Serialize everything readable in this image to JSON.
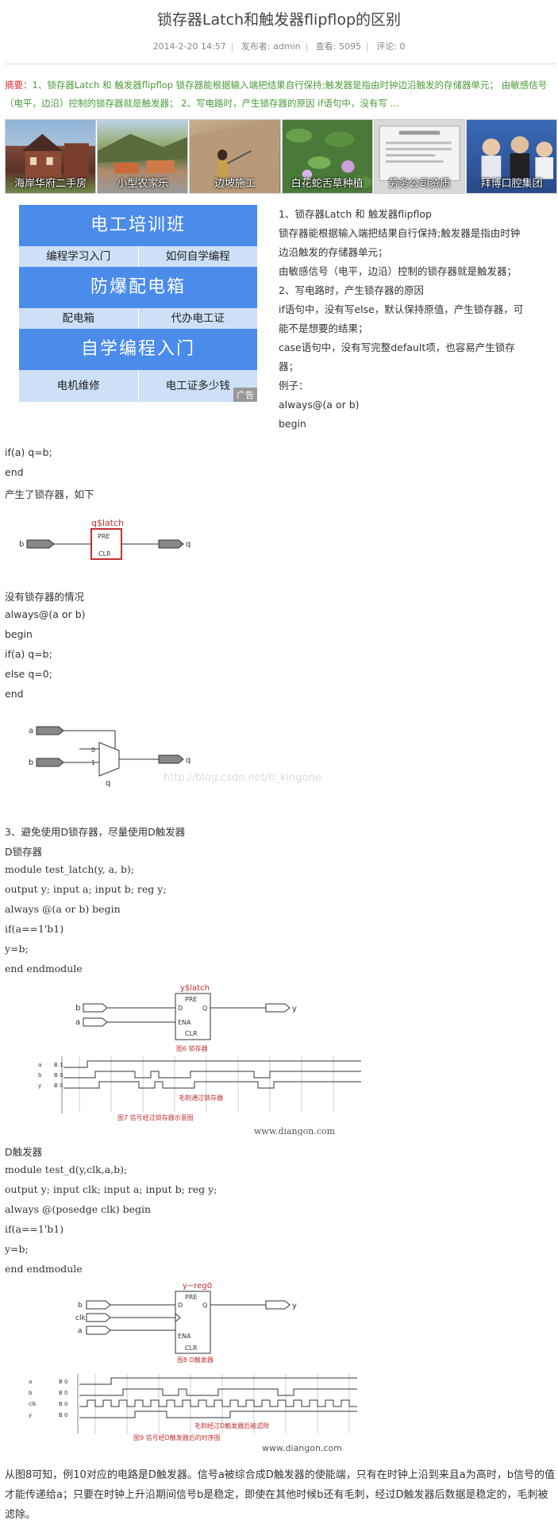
{
  "article": {
    "title": "锁存器Latch和触发器flipflop的区别",
    "date": "2014-2-20 14:57",
    "author": "发布者: admin",
    "views": "查看: 5095",
    "comments": "评论: 0",
    "summary_label": "摘要：",
    "summary_text": "1、锁存器Latch 和 触发器flipflop 锁存器能根据输入端把结果自行保持;触发器是指由时钟边沿触发的存储器单元； 由敏感信号（电平，边沿）控制的锁存器就是触发器； 2、写电路时，产生锁存器的原因 if语句中，没有写 ..."
  },
  "thumbs": [
    {
      "caption": "海岸华府二手房"
    },
    {
      "caption": "小型农家乐"
    },
    {
      "caption": "边坡施工"
    },
    {
      "caption": "白花蛇舌草种植"
    },
    {
      "caption": "劳务公司资质"
    },
    {
      "caption": "拜博口腔集团"
    }
  ],
  "ad": {
    "b1": "电工培训班",
    "r1a": "编程学习入门",
    "r1b": "如何自学编程",
    "b2": "防爆配电箱",
    "r2a": "配电箱",
    "r2b": "代办电工证",
    "b3": "自学编程入门",
    "r3a": "电机维修",
    "r3b": "电工证多少钱",
    "tag": "广告"
  },
  "right_text": [
    "1、锁存器Latch 和 触发器flipflop",
    "  锁存器能根据输入端把结果自行保持;触发器是指由时钟",
    "边沿触发的存储器单元；",
    " 由敏感信号（电平，边沿）控制的锁存器就是触发器；",
    "2、写电路时，产生锁存器的原因",
    "  if语句中，没有写else，默认保持原值，产生锁存器，可",
    "能不是想要的结果；",
    "  case语句中，没有写完整default项，也容易产生锁存",
    "器；",
    "  例子：",
    "  always@(a or b)",
    "begin"
  ],
  "lines": {
    "l1": "if(a) q=b;",
    "l2": "end",
    "l3": "产生了锁存器，如下",
    "l4": "没有锁存器的情况",
    "l5": "always@(a or b)",
    "l6": "begin",
    "l7": "if(a) q=b;",
    "l8": "else q=0;",
    "l9": "end",
    "l10": "3、避免使用D锁存器，尽量使用D触发器",
    "l11": "D锁存器",
    "l12": "module test_latch(y, a, b);",
    "l13": "output y; input a; input b; reg y;",
    "l14": "always @(a or b) begin",
    "l15": "  if(a==1'b1)",
    "l16": "  y=b;",
    "l17": "end endmodule",
    "l18": "D触发器",
    "l19": "module test_d(y,clk,a,b);",
    "l20": "output y; input clk; input a; input b; reg y;",
    "l21": "always @(posedge clk) begin",
    "l22": "  if(a==1'b1)",
    "l23": " y=b;",
    "l24": "end endmodule"
  },
  "diagrams": {
    "d1_title": "q$latch",
    "d1_pre": "PRE",
    "d1_clr": "CLR",
    "d1_b": "b",
    "d1_q": "q",
    "d2_a": "a",
    "d2_b": "b",
    "d2_q": "q",
    "d2_q2": "q",
    "d2_0": "0",
    "d2_1": "1",
    "watermark": "http://blog.csdn.net/h_kingone",
    "d3_title": "y$latch",
    "d3_pre": "PRE",
    "d3_d": "D",
    "d3_q": "Q",
    "d3_ena": "ENA",
    "d3_clr": "CLR",
    "d3_b": "b",
    "d3_a": "a",
    "d3_y": "y",
    "d3_cap": "图6  锁存器",
    "d4_a": "a",
    "d4_b": "b",
    "d4_y": "y",
    "d4_av": "B 1",
    "d4_bv": "B 0",
    "d4_yv": "B 0",
    "d4_note": "毛刺通过锁存器",
    "d4_cap": "图7  信号经过锁存器示意图",
    "d4_site": "www.diangon.com",
    "d5_title": "y~reg0",
    "d5_pre": "PRE",
    "d5_d": "D",
    "d5_q": "Q",
    "d5_ena": "ENA",
    "d5_clr": "CLR",
    "d5_b": "b",
    "d5_clk": "clk",
    "d5_a": "a",
    "d5_y": "y",
    "d5_cap": "图8  D触发器",
    "d6_a": "a",
    "d6_b": "b",
    "d6_clk": "clk",
    "d6_y": "y",
    "d6_av": "B 0",
    "d6_bv": "B 0",
    "d6_clkv": "B 0",
    "d6_yv": "B 0",
    "d6_note": "毛刺经过D触发器后被滤除",
    "d6_cap": "图9  信号经D触发器后的时序图",
    "d6_site": "www.diangon.com"
  },
  "bottom_text": "从图8可知，例10对应的电路是D触发器。信号a被综合成D触发器的使能端，只有在时钟上沿到来且a为高时，b信号的值才能传递给a；只要在时钟上升沿期间信号b是稳定，即使在其他时候b还有毛刺，经过D触发器后数据是稳定的，毛刺被滤除。"
}
